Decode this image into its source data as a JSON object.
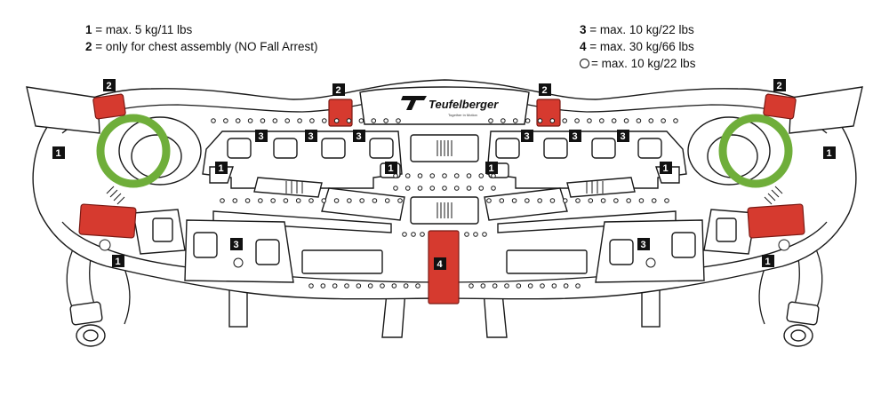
{
  "legend_left": [
    {
      "key": "1",
      "text": "= max. 5 kg/11 lbs"
    },
    {
      "key": "2",
      "text": "= only for chest assembly (NO Fall Arrest)"
    }
  ],
  "legend_right": [
    {
      "key": "3",
      "text": "= max. 10 kg/22 lbs"
    },
    {
      "key": "4",
      "text": "= max. 30 kg/66 lbs"
    },
    {
      "key": "",
      "text": "= max. 10 kg/22 lbs"
    }
  ],
  "brand": {
    "name": "Teufelberger",
    "tagline": "Together in Motion"
  },
  "colors": {
    "red_loop": "#d63a2f",
    "green_ring": "#6fae3a",
    "outline": "#1a1a1a"
  },
  "markers": [
    "2",
    "2",
    "2",
    "2",
    "1",
    "1",
    "1",
    "1",
    "1",
    "1",
    "3",
    "3",
    "3",
    "3",
    "3",
    "3",
    "3",
    "3",
    "4"
  ]
}
